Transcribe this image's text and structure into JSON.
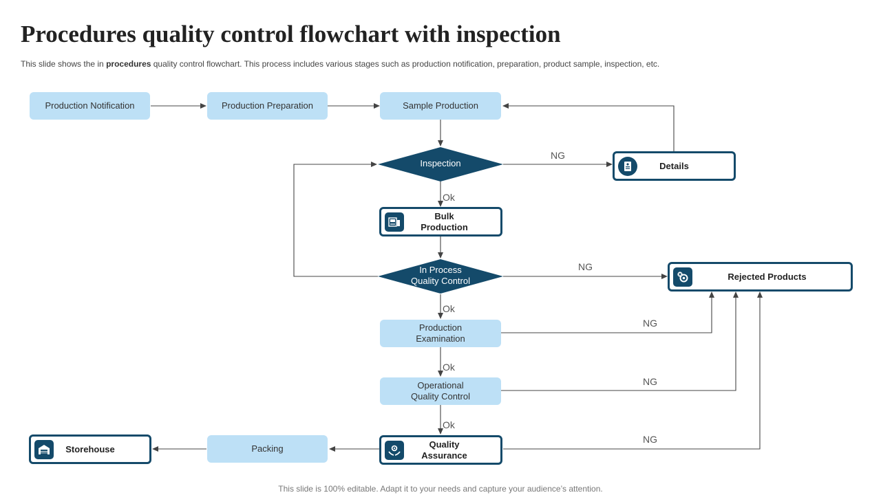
{
  "title": "Procedures quality control flowchart with inspection",
  "subtitle": {
    "prefix": "This  slide shows the in ",
    "bold": "procedures",
    "suffix": " quality control flowchart. This process includes various stages such as production notification, preparation, product sample, inspection, etc."
  },
  "nodes": {
    "production_notification": "Production Notification",
    "production_preparation": "Production Preparation",
    "sample_production": "Sample Production",
    "inspection": "Inspection",
    "details": "Details",
    "bulk_production": "Bulk\nProduction",
    "in_process_qc": "In Process\nQuality Control",
    "rejected_products": "Rejected Products",
    "production_examination": "Production\nExamination",
    "operational_qc": "Operational\nQuality Control",
    "quality_assurance": "Quality\nAssurance",
    "packing": "Packing",
    "storehouse": "Storehouse"
  },
  "edge_labels": {
    "ok": "Ok",
    "ng": "NG"
  },
  "icons": {
    "details": "document-list-icon",
    "bulk_production": "machine-icon",
    "rejected_products": "rejected-gear-icon",
    "quality_assurance": "hands-gear-icon",
    "storehouse": "warehouse-icon"
  },
  "colors": {
    "light_box": "#bde0f6",
    "dark": "#144a6a",
    "connector": "#444444"
  },
  "footer": "This slide is 100% editable. Adapt it to your needs and capture your audience’s attention."
}
